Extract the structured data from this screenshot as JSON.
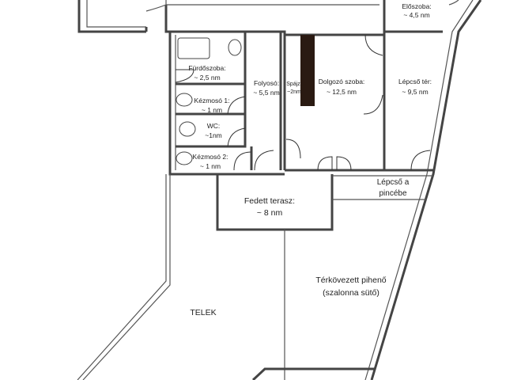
{
  "rooms": {
    "eloszoba": {
      "name": "Előszoba:",
      "area": "~ 4,5 nm"
    },
    "furdoszoba": {
      "name": "Fürdőszoba:",
      "area": "~ 2,5 nm"
    },
    "kezmoso1": {
      "name": "Kézmosó 1:",
      "area": "~ 1 nm"
    },
    "wc": {
      "name": "WC:",
      "area": "~1nm"
    },
    "kezmoso2": {
      "name": "Kézmosó 2:",
      "area": "~ 1 nm"
    },
    "folyoso": {
      "name": "Folyosó:",
      "area": "~ 5,5 nm"
    },
    "spajz": {
      "name": "Spájz:",
      "area": "~2nm"
    },
    "dolgozo": {
      "name": "Dolgozó szoba:",
      "area": "~ 12,5 nm"
    },
    "lepcsoter": {
      "name": "Lépcső tér:",
      "area": "~ 9,5 nm"
    },
    "lepcso_pince": {
      "line1": "Lépcső a",
      "line2": "pincébe"
    },
    "terasz": {
      "name": "Fedett terasz:",
      "area": "~ 8 nm"
    },
    "pihenő": {
      "line1": "Térkövezett pihenő",
      "line2": "(szalonna sütő)"
    },
    "telek": {
      "name": "TELEK"
    }
  },
  "colors": {
    "wall": "#444444",
    "spajz_fill": "#2a1a12"
  }
}
